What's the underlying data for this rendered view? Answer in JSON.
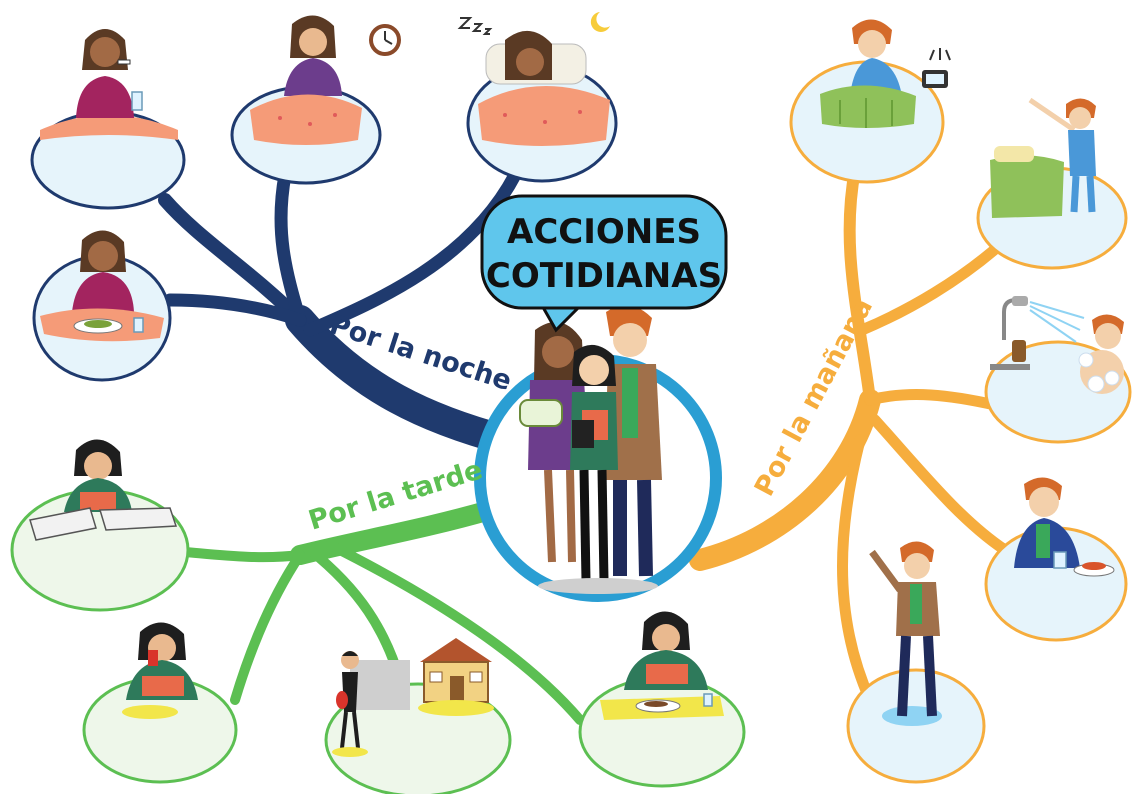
{
  "title": {
    "line1": "ACCIONES",
    "line2": "COTIDIANAS"
  },
  "branches": {
    "night": {
      "label": "Por la noche",
      "color": "#1f3a6e",
      "actions": [
        "brushing-teeth",
        "going-to-bed",
        "sleeping",
        "having-dinner"
      ]
    },
    "afternoon": {
      "label": "Por la tarde",
      "color": "#5cbf52",
      "actions": [
        "doing-homework",
        "having-snack",
        "going-home",
        "having-lunch"
      ]
    },
    "morning": {
      "label": "Por la mañana",
      "color": "#f6ad3d",
      "actions": [
        "waking-up",
        "getting-up",
        "showering",
        "having-breakfast",
        "leaving-home"
      ]
    }
  },
  "colors": {
    "center_ring": "#2a9ed3",
    "bubble_fill": "#5fc6ec",
    "node_fill": "#e6f4fb",
    "skin": "#e9b98f",
    "skin_dark": "#a26a45"
  }
}
